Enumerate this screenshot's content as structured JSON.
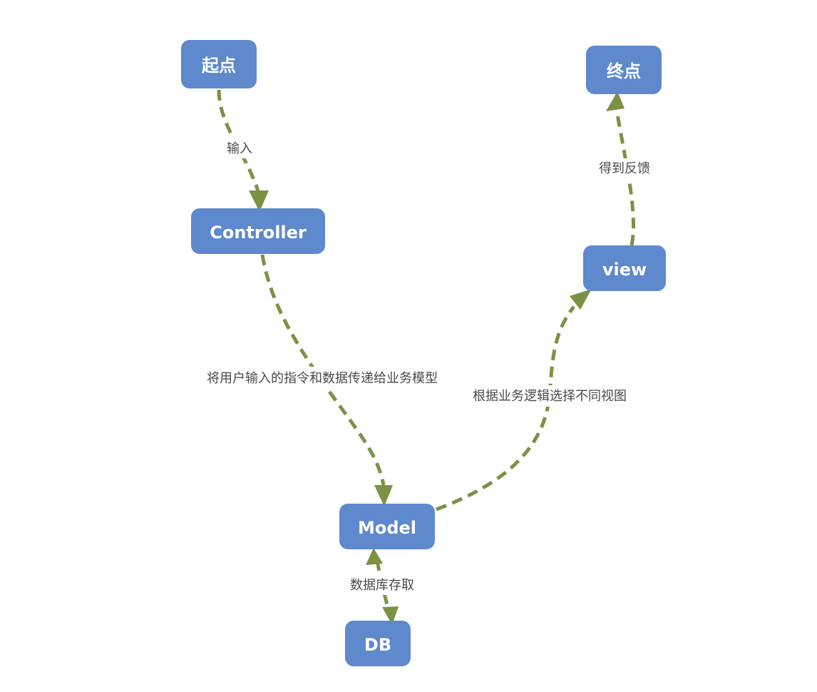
{
  "diagram": {
    "colors": {
      "node_fill": "#5e89cc",
      "node_text": "#ffffff",
      "edge": "#7b9244",
      "label_text": "#4a4a4a"
    },
    "nodes": {
      "start": "起点",
      "end": "终点",
      "controller": "Controller",
      "view": "view",
      "model": "Model",
      "db": "DB"
    },
    "edges": {
      "start_to_controller": "输入",
      "controller_to_model": "将用户输入的指令和数据传递给业务模型",
      "model_to_view": "根据业务逻辑选择不同视图",
      "view_to_end": "得到反馈",
      "model_db": "数据库存取"
    }
  }
}
